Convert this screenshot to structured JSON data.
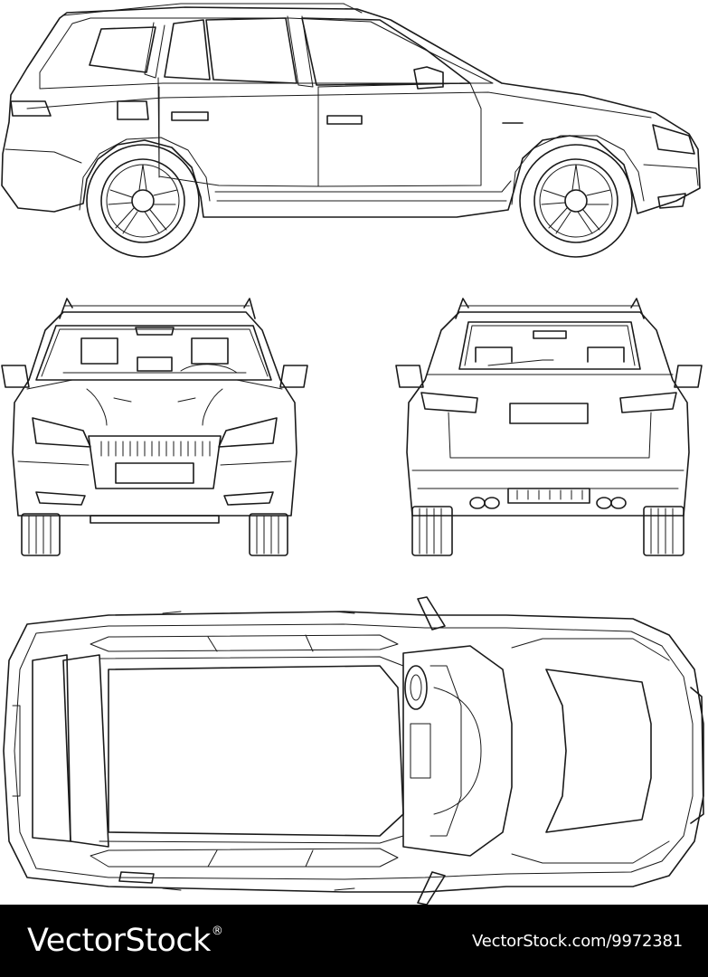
{
  "colors": {
    "footer_bg": "#000000",
    "footer_text": "#ffffff",
    "line": "#1a1a1a",
    "background": "#ffffff"
  },
  "views": [
    "side",
    "front",
    "rear",
    "top"
  ],
  "footer": {
    "brand": "VectorStock",
    "registered_mark": "®",
    "url": "VectorStock.com/9972381"
  }
}
